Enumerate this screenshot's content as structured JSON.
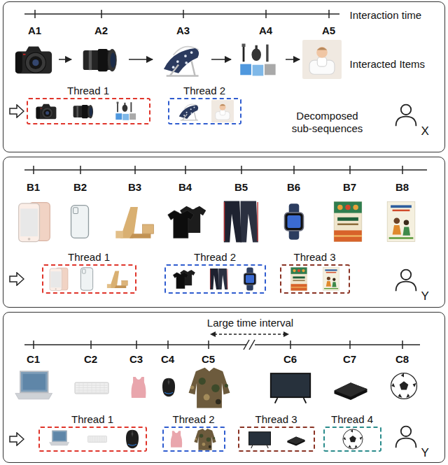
{
  "diagram": {
    "nodes": [
      {
        "text": [
          "Interaction time",
          "A1",
          "A2",
          "A3",
          "A4",
          "A5",
          "Interacted Items",
          "Decomposed sub-sequences",
          "X"
        ]
      },
      {
        "text": [
          "Thread 1"
        ],
        "in": 0
      },
      {
        "text": [
          "Thread 2"
        ],
        "in": 0
      },
      {
        "text": [
          "B1",
          "B2",
          "B3",
          "B4",
          "B5",
          "B6",
          "B7",
          "B8",
          "Y"
        ]
      },
      {
        "text": [
          "Thread 1"
        ],
        "in": 3
      },
      {
        "text": [
          "Thread 2"
        ],
        "in": 3
      },
      {
        "text": [
          "Thread 3"
        ],
        "in": 3
      },
      {
        "text": [
          "Large time interval",
          "C1",
          "C2",
          "C3",
          "C4",
          "C5",
          "C6",
          "C7",
          "C8",
          "Y"
        ]
      },
      {
        "text": [
          "Thread 1"
        ],
        "in": 7
      },
      {
        "text": [
          "Thread 2"
        ],
        "in": 7
      },
      {
        "text": [
          "Thread 3"
        ],
        "in": 7
      },
      {
        "text": [
          "Thread 4"
        ],
        "in": 7
      }
    ]
  }
}
